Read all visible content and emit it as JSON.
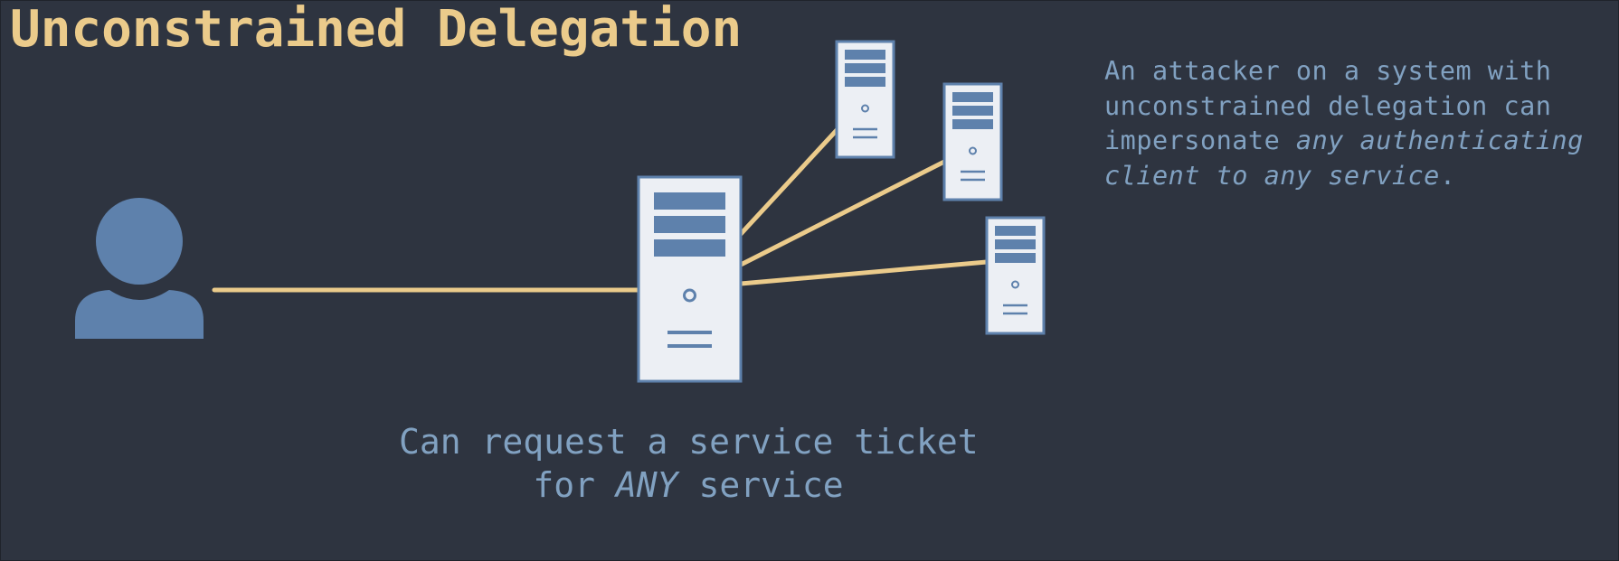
{
  "title": "Unconstrained Delegation",
  "note": {
    "line1": "An attacker on a system with",
    "line2": "unconstrained delegation can",
    "line3_plain": "impersonate ",
    "line3_em": "any authenticating",
    "line4_em": "client to any service",
    "line4_end": "."
  },
  "caption": {
    "line1": "Can request a service ticket",
    "line2_start": "for ",
    "line2_em": "ANY",
    "line2_end": " service"
  },
  "colors": {
    "background": "#2e3440",
    "accent": "#ebcb8b",
    "icon_blue": "#5e81ac",
    "text_blue": "#81a1c1",
    "server_body": "#eceff4"
  },
  "icons": {
    "user": "user-icon",
    "delegating_server": "server-icon",
    "target_servers": [
      "server-icon",
      "server-icon",
      "server-icon"
    ]
  }
}
